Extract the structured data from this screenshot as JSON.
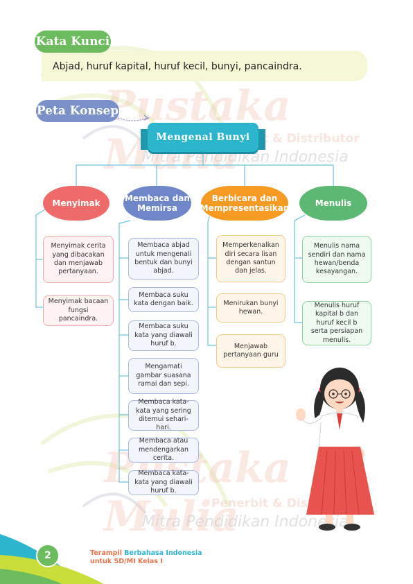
{
  "kata_kunci": {
    "heading": "Kata Kunci",
    "text": "Abjad, huruf kapital, huruf kecil, bunyi, pancaindra."
  },
  "peta_konsep": {
    "heading": "Peta Konsep",
    "title": "Mengenal Bunyi"
  },
  "categories": [
    {
      "label": "Menyimak",
      "color": "#ef6b6b",
      "items": [
        "Menyimak cerita yang dibacakan dan menjawab pertanyaan.",
        "Menyimak bacaan fungsi pancaindra."
      ]
    },
    {
      "label": "Membaca dan Memirsa",
      "color": "#6f87c9",
      "items": [
        "Membaca abjad untuk mengenali bentuk dan bunyi abjad.",
        "Membaca suku kata dengan baik.",
        "Membaca suku kata yang diawali huruf b.",
        "Mengamati gambar suasana ramai dan sepi.",
        "Membaca kata-kata yang sering ditemui sehari-hari.",
        "Membaca atau mendengarkan cerita.",
        "Membaca kata-kata yang diawali huruf b."
      ]
    },
    {
      "label": "Berbicara dan Mempresentasikan",
      "color": "#f59a23",
      "items": [
        "Memperkenalkan diri secara lisan dengan santun dan jelas.",
        "Menirukan bunyi hewan.",
        "Menjawab pertanyaan guru"
      ]
    },
    {
      "label": "Menulis",
      "color": "#5cb872",
      "items": [
        "Menulis nama sendiri dan nama hewan/benda kesayangan.",
        "Menulis huruf kapital b dan huruf kecil b serta persiapan menulis."
      ]
    }
  ],
  "watermark": {
    "brand": "Pustaka Mulia",
    "sub": "Penerbit & Distributor",
    "tagline": "Mitra Pendidikan Indonesia"
  },
  "footer": {
    "page_number": "2",
    "book_word1": "Terampil",
    "book_word2": "Berbahasa Indonesia",
    "book_line2": "untuk SD/MI Kelas I"
  },
  "colors": {
    "green": "#6cbb5e",
    "blue_pill": "#7b90c8",
    "teal_banner": "#2cb5cc",
    "orange": "#e5734c",
    "teal_text": "#2cb5cc"
  }
}
